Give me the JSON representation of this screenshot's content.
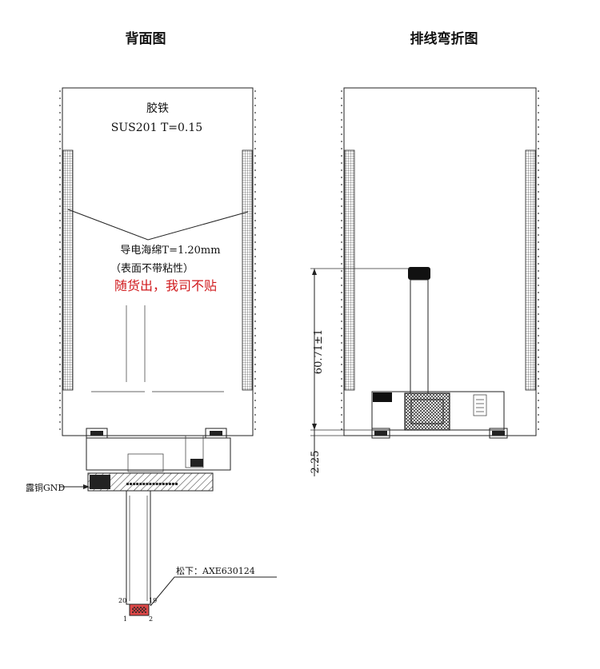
{
  "views": {
    "back": {
      "title": "背面图",
      "glue_iron": "胶铁",
      "material": "SUS201  T=0.15",
      "foam_line1": "导电海绵T=1.20mm",
      "foam_line2": "（表面不带粘性）",
      "red_note": "随货出，我司不贴",
      "gnd_label": "露铜GND",
      "connector_label": "松下：AXE630124",
      "pin_20": "20",
      "pin_1": "1",
      "pin_19": "19",
      "pin_2": "2"
    },
    "bend": {
      "title": "排线弯折图",
      "dim_main": "60.71±1",
      "dim_small": "2.25"
    }
  },
  "colors": {
    "line": "#222222",
    "red": "#d0191c",
    "hatch": "#555555"
  }
}
